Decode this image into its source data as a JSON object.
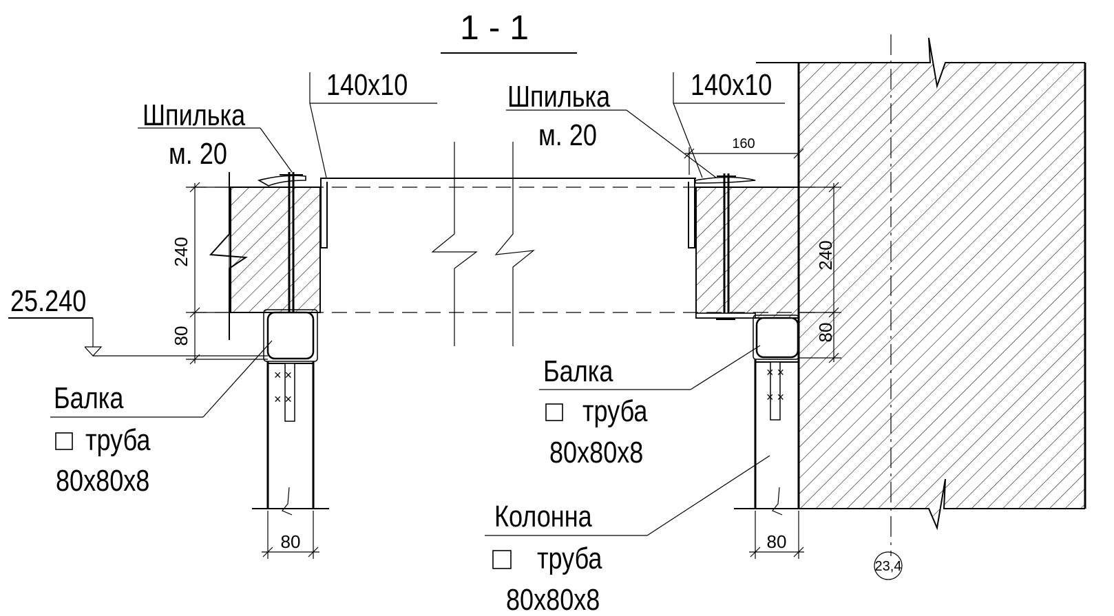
{
  "section_title": "1 - 1",
  "labels": {
    "plate_left": "140x10",
    "plate_right": "140x10",
    "stud_left_line1": "Шпилька",
    "stud_left_line2": "м. 20",
    "stud_right_line1": "Шпилька",
    "stud_right_line2": "м. 20",
    "level_mark": "25.240",
    "beam_left_line1": "Балка",
    "beam_left_line2": "труба",
    "beam_left_line3": "80x80x8",
    "beam_right_line1": "Балка",
    "beam_right_line2": "труба",
    "beam_right_line3": "80x80x8",
    "column_line1": "Колонна",
    "column_line2": "труба",
    "column_line3": "80x80x8",
    "axis_marker": "23,4"
  },
  "dimensions": {
    "left_240": "240",
    "left_80": "80",
    "right_240": "240",
    "right_80": "80",
    "right_160": "160",
    "bottom_left_80": "80",
    "bottom_right_80": "80"
  }
}
